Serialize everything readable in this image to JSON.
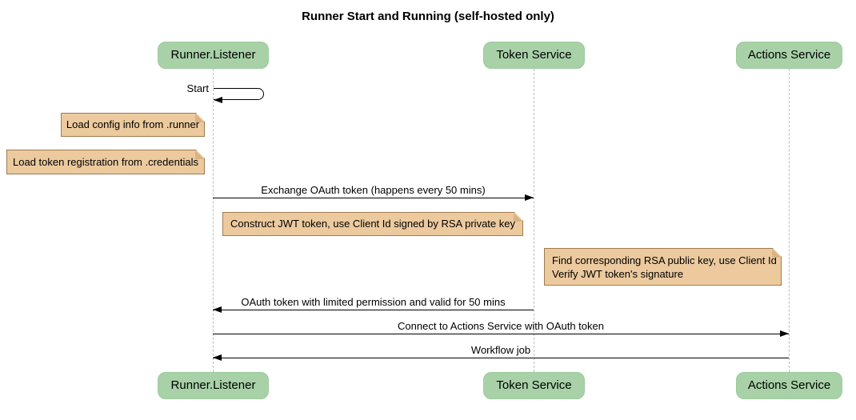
{
  "title": "Runner Start and Running (self-hosted only)",
  "participants": [
    {
      "label": "Runner.Listener"
    },
    {
      "label": "Token Service"
    },
    {
      "label": "Actions Service"
    }
  ],
  "self_message": {
    "label": "Start",
    "actor": "Runner.Listener"
  },
  "notes": [
    {
      "text": "Load config info from .runner"
    },
    {
      "text": "Load token registration from .credentials"
    },
    {
      "text": "Construct JWT token, use Client Id signed by RSA private key"
    },
    {
      "line1": "Find corresponding RSA public key, use Client Id",
      "line2": "Verify JWT token's signature"
    }
  ],
  "messages": [
    {
      "label": "Exchange OAuth token (happens every 50 mins)",
      "from": "Runner.Listener",
      "to": "Token Service",
      "direction": "right"
    },
    {
      "label": "OAuth token with limited permission and valid for 50 mins",
      "from": "Token Service",
      "to": "Runner.Listener",
      "direction": "left"
    },
    {
      "label": "Connect to Actions Service with OAuth token",
      "from": "Runner.Listener",
      "to": "Actions Service",
      "direction": "right"
    },
    {
      "label": "Workflow job",
      "from": "Actions Service",
      "to": "Runner.Listener",
      "direction": "left"
    }
  ],
  "colors": {
    "participant_fill": "#a8d1a8",
    "participant_border": "#9ccb9c",
    "note_fill": "#ecca9e",
    "note_border": "#9e7b52",
    "lifeline": "#bbbbbb",
    "arrow": "#000000",
    "background": "#ffffff"
  }
}
